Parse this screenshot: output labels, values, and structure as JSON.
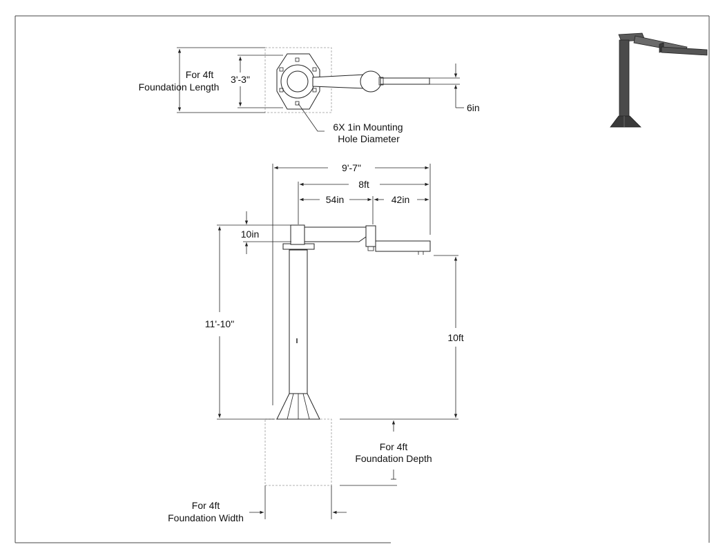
{
  "labels": {
    "foundation_length": [
      "For 4ft",
      "Foundation Length"
    ],
    "base_width": "3'-3\"",
    "arm_width": "6in",
    "mounting_holes": [
      "6X 1in Mounting",
      "Hole Diameter"
    ],
    "overall_span": "9'-7\"",
    "arm_reach": "8ft",
    "inner_arm": "54in",
    "outer_arm": "42in",
    "arm_height": "10in",
    "overall_height": "11'-10\"",
    "under_boom_height": "10ft",
    "foundation_depth": [
      "For 4ft",
      "Foundation Depth"
    ],
    "foundation_width": [
      "For 4ft",
      "Foundation Width"
    ]
  },
  "colors": {
    "line": "#222222",
    "foundation": "#999999",
    "iso_shade": "#4a4a4a"
  }
}
